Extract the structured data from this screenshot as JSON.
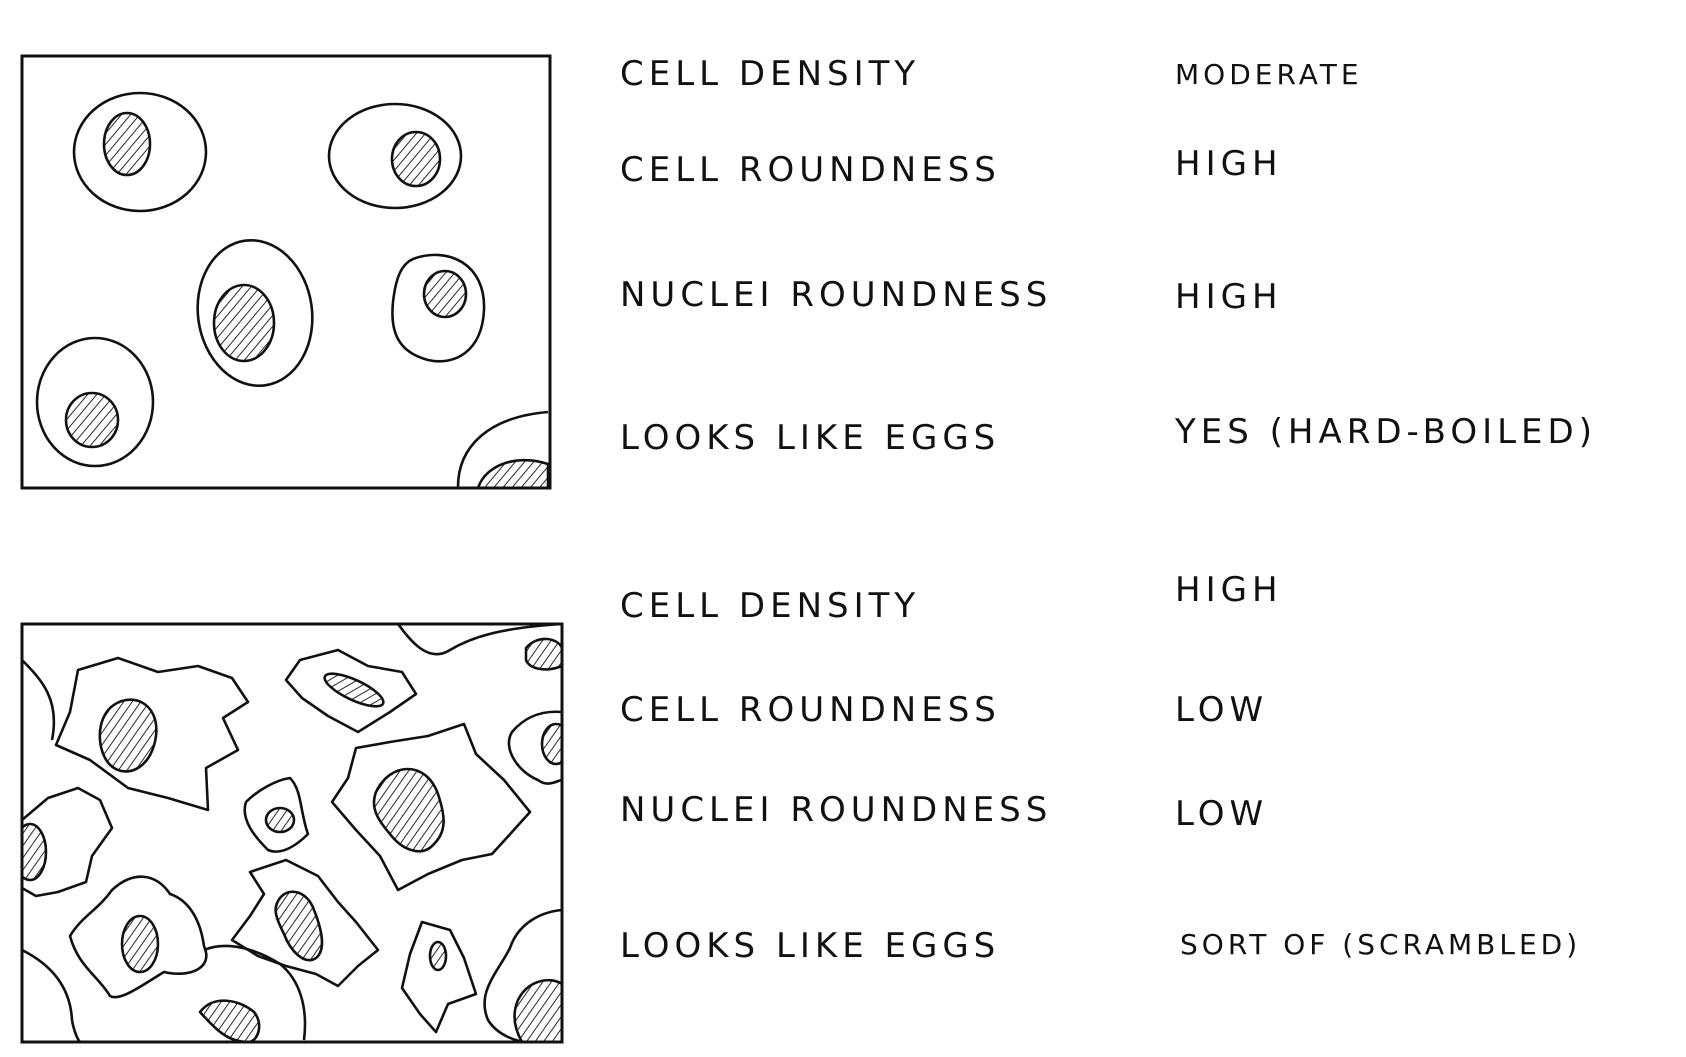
{
  "panels": [
    {
      "id": "rounded",
      "rows": [
        {
          "label": "CELL DENSITY",
          "value": "MODERATE"
        },
        {
          "label": "CELL ROUNDNESS",
          "value": "HIGH"
        },
        {
          "label": "NUCLEI ROUNDNESS",
          "value": "HIGH"
        },
        {
          "label": "LOOKS LIKE EGGS",
          "value": "YES (HARD-BOILED)"
        }
      ]
    },
    {
      "id": "irregular",
      "rows": [
        {
          "label": "CELL DENSITY",
          "value": "HIGH"
        },
        {
          "label": "CELL ROUNDNESS",
          "value": "LOW"
        },
        {
          "label": "NUCLEI ROUNDNESS",
          "value": "LOW"
        },
        {
          "label": "LOOKS LIKE EGGS",
          "value": "SORT OF (SCRAMBLED)"
        }
      ]
    }
  ],
  "colors": {
    "ink": "#111111",
    "paper": "#ffffff"
  }
}
